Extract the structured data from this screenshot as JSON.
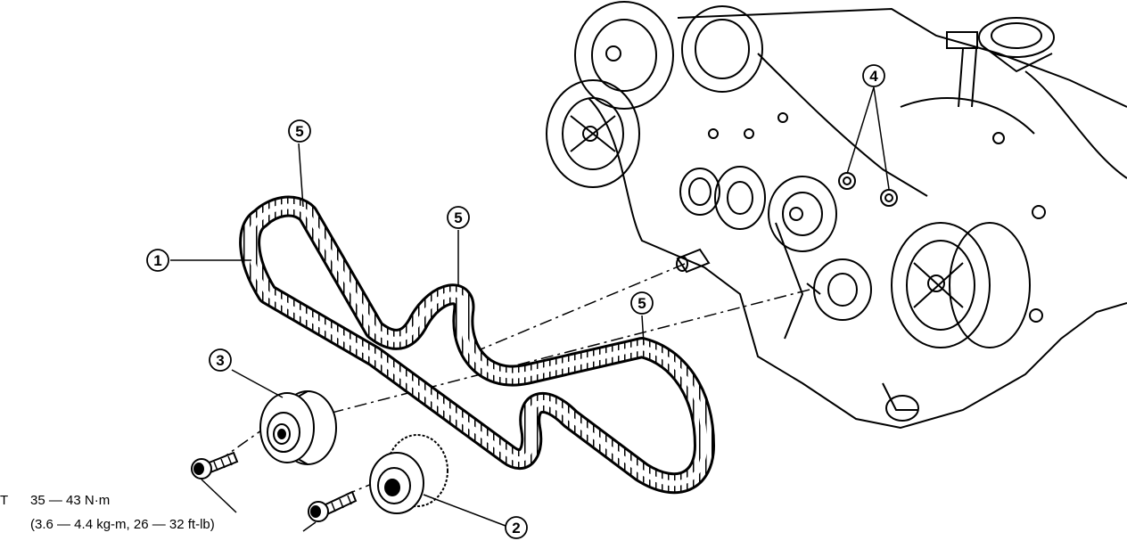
{
  "callouts": {
    "c1": "1",
    "c2": "2",
    "c3": "3",
    "c4": "4",
    "c5": "5"
  },
  "torque": {
    "prefix": "T",
    "range_nm": "35 — 43 N·m",
    "range_alt": "(3.6 — 4.4 kg-m, 26 — 32 ft-lb)"
  },
  "colors": {
    "line": "#000000",
    "background": "#ffffff"
  }
}
